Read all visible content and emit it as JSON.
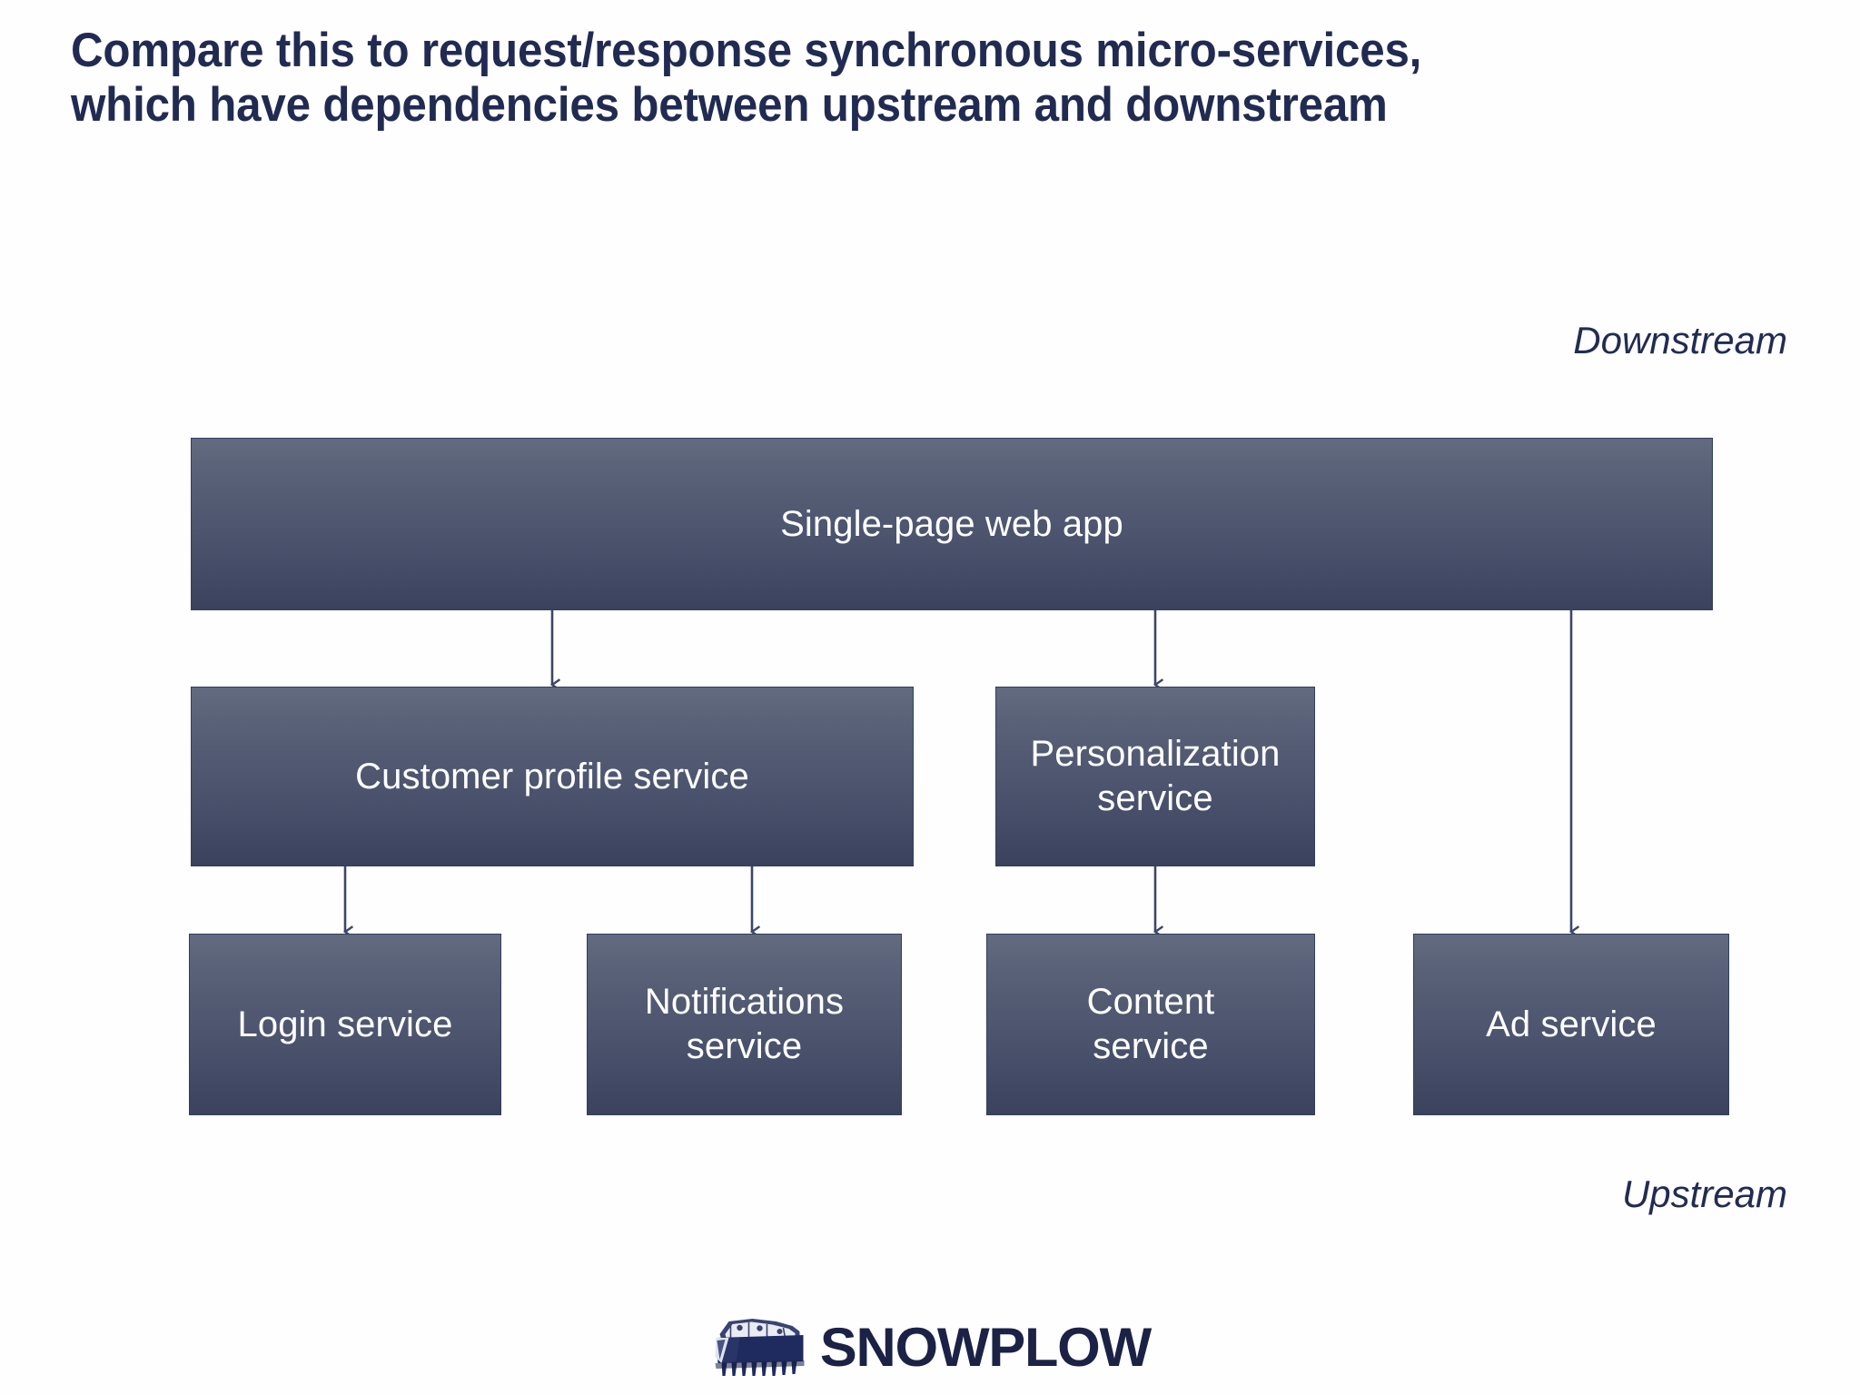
{
  "slide": {
    "title": "Compare this to request/response synchronous micro-services,\nwhich have dependencies between upstream and downstream",
    "title_color": "#212b52",
    "background_color": "#ffffff"
  },
  "labels": {
    "downstream": "Downstream",
    "upstream": "Upstream"
  },
  "diagram": {
    "type": "flow-hierarchy",
    "node_fill_top": "#636b80",
    "node_fill_bottom": "#3a425d",
    "node_border": "#333e5c",
    "node_text_color": "#ffffff",
    "connector_color": "#3c4668",
    "nodes": [
      {
        "id": "webapp",
        "label": "Single-page web app",
        "row": "top"
      },
      {
        "id": "customer-profile",
        "label": "Customer profile service",
        "row": "middle"
      },
      {
        "id": "personalization",
        "label": "Personalization\nservice",
        "row": "middle"
      },
      {
        "id": "login",
        "label": "Login service",
        "row": "bottom"
      },
      {
        "id": "notifications",
        "label": "Notifications\nservice",
        "row": "bottom"
      },
      {
        "id": "content",
        "label": "Content\nservice",
        "row": "bottom"
      },
      {
        "id": "ad",
        "label": "Ad service",
        "row": "bottom"
      }
    ],
    "edges": [
      {
        "from": "webapp",
        "to": "customer-profile"
      },
      {
        "from": "webapp",
        "to": "personalization"
      },
      {
        "from": "webapp",
        "to": "ad"
      },
      {
        "from": "customer-profile",
        "to": "login"
      },
      {
        "from": "customer-profile",
        "to": "notifications"
      },
      {
        "from": "personalization",
        "to": "content"
      }
    ]
  },
  "footer": {
    "logo_text": "SNOWPLOW",
    "logo_color": "#1b2246",
    "logo_icon": "snowplow-blade-icon"
  }
}
